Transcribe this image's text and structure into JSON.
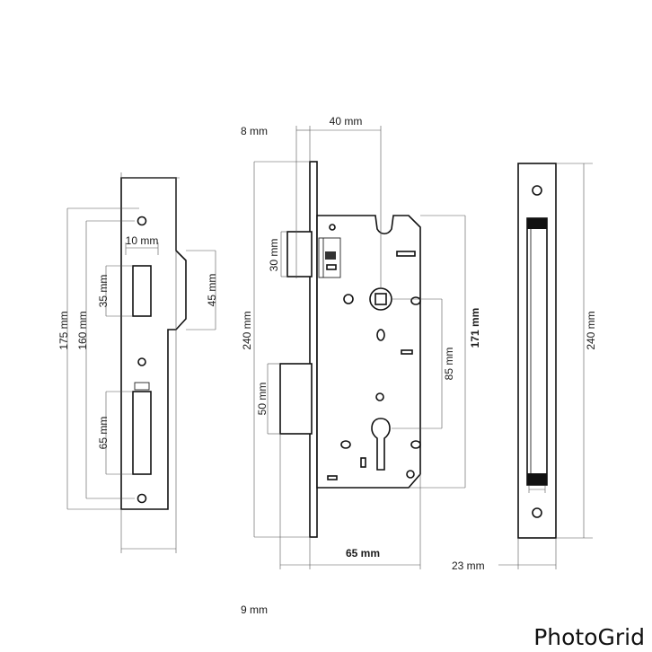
{
  "strike_plate": {
    "dims": {
      "width_10": "10 mm",
      "height_35": "35 mm",
      "height_45": "45 mm",
      "height_65": "65 mm",
      "height_160": "160 mm",
      "height_175": "175 mm"
    }
  },
  "lock_body": {
    "dims": {
      "faceplate_8": "8 mm",
      "backset_40": "40 mm",
      "latch_30": "30 mm",
      "deadbolt_50": "50 mm",
      "faceplate_240": "240 mm",
      "body_171": "171 mm",
      "centres_85": "85 mm",
      "depth_65": "65 mm",
      "cut_off_9": "9 mm"
    }
  },
  "faceplate": {
    "dims": {
      "height_240": "240 mm",
      "width_23": "23 mm"
    }
  },
  "watermark": {
    "text": "PhotoGrid"
  }
}
